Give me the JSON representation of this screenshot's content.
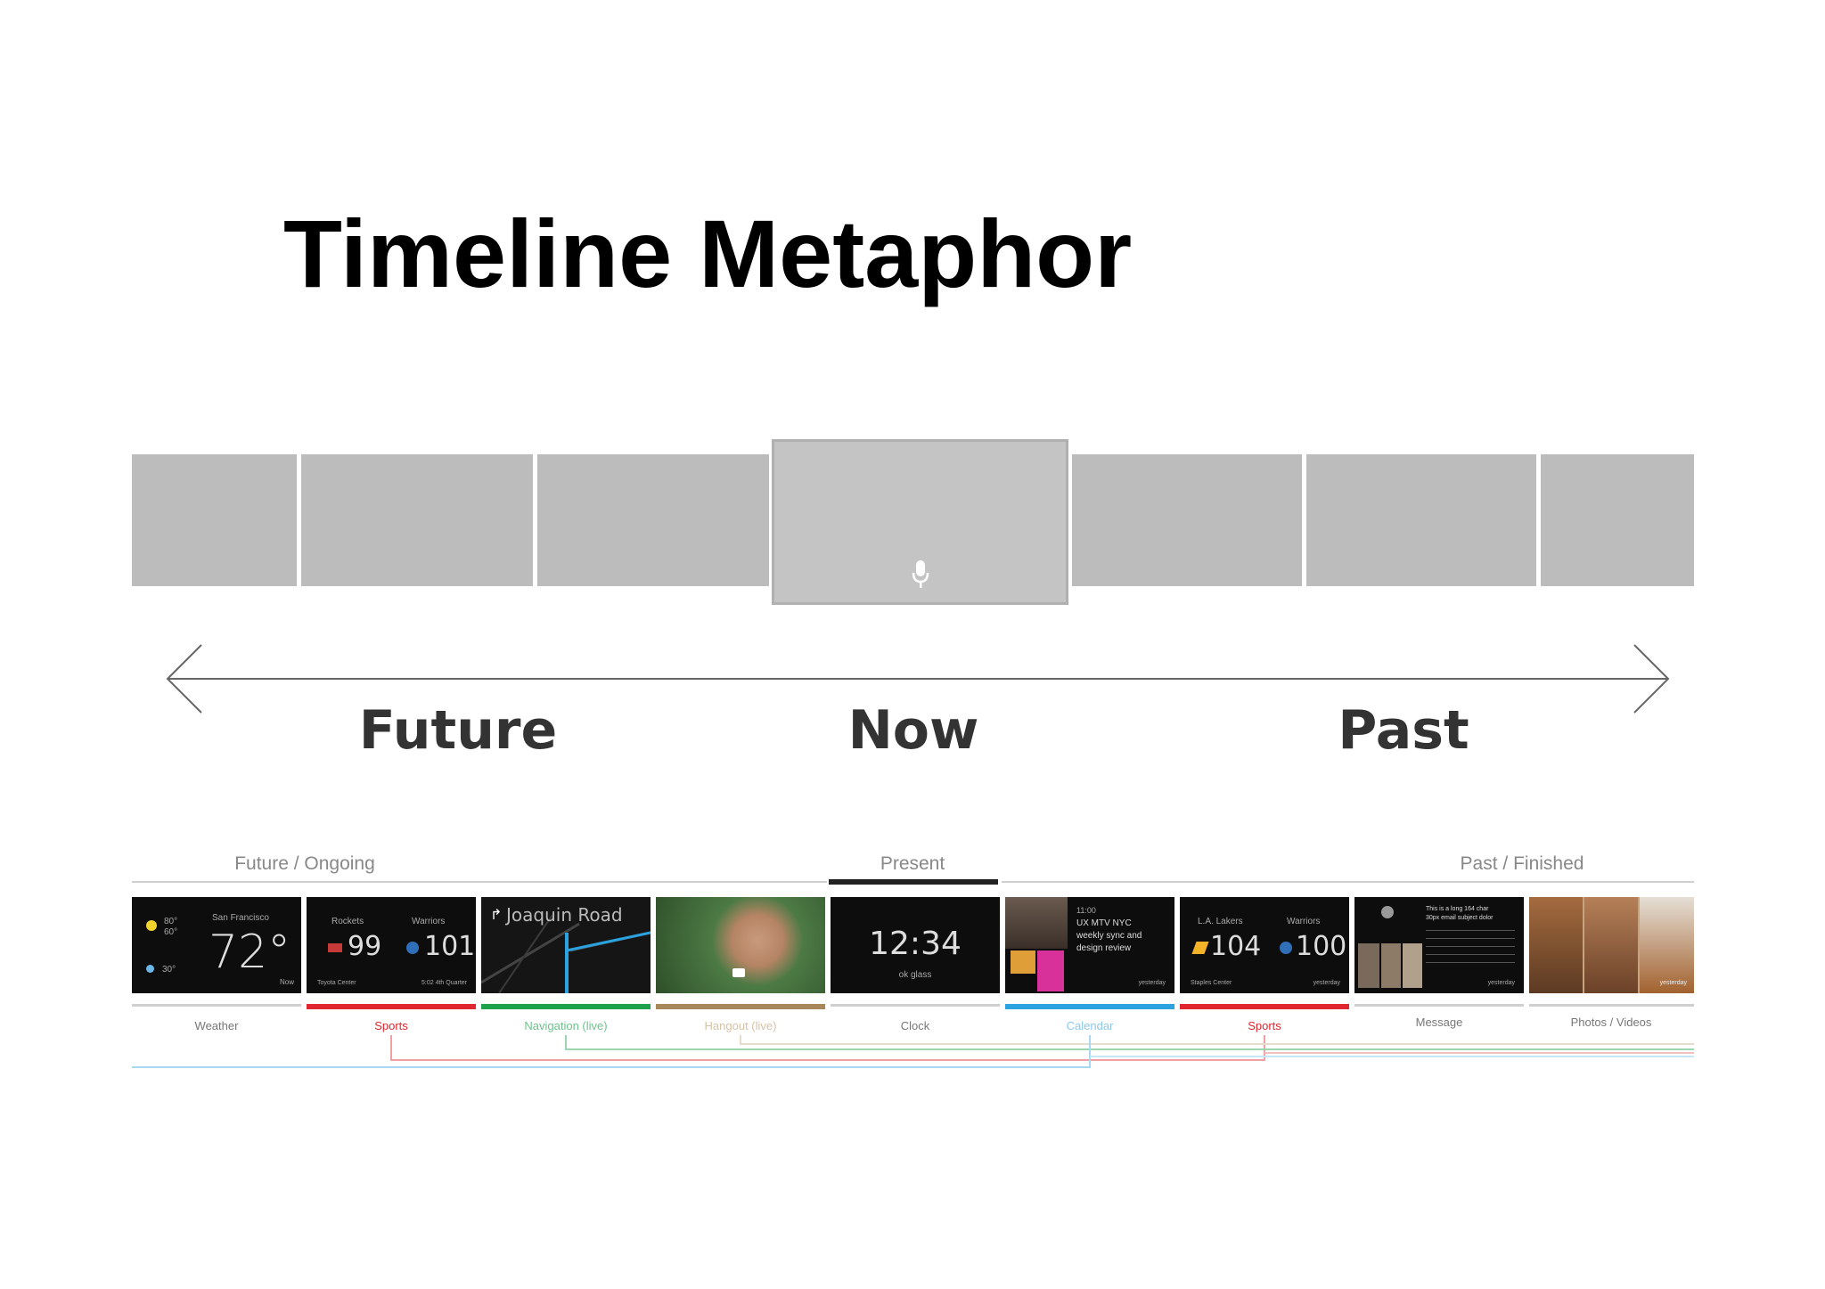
{
  "title": "Timeline Metaphor",
  "axis": {
    "future": "Future",
    "now": "Now",
    "past": "Past"
  },
  "sections": {
    "future": "Future / Ongoing",
    "present": "Present",
    "past": "Past / Finished"
  },
  "cards": {
    "weather": {
      "city": "San Francisco",
      "temp": "72°",
      "hi": "80°",
      "lo": "60°",
      "other": "30°",
      "foot": "Now",
      "caption": "Weather"
    },
    "sports1": {
      "team_a": "Rockets",
      "score_a": "99",
      "team_b": "Warriors",
      "score_b": "101",
      "venue": "Toyota Center",
      "status": "5:02 4th Quarter",
      "caption": "Sports"
    },
    "navigation": {
      "road": "Joaquin Road",
      "caption": "Navigation (live)"
    },
    "hangout": {
      "caption": "Hangout (live)"
    },
    "clock": {
      "time": "12:34",
      "sub": "ok glass",
      "caption": "Clock"
    },
    "calendar": {
      "time": "11:00",
      "line1": "UX MTV NYC",
      "line2": "weekly sync and",
      "line3": "design review",
      "foot": "yesterday",
      "caption": "Calendar"
    },
    "sports2": {
      "team_a": "L.A. Lakers",
      "score_a": "104",
      "team_b": "Warriors",
      "score_b": "100",
      "venue": "Staples Center",
      "foot": "yesterday",
      "caption": "Sports"
    },
    "message": {
      "text1": "This is a long 164 char",
      "text2": "30px email subject dolor",
      "foot": "yesterday",
      "caption": "Message"
    },
    "photos": {
      "foot": "yesterday",
      "caption": "Photos / Videos"
    }
  },
  "colors": {
    "sports": "#e0262e",
    "navigation": "#1ea14a",
    "hangout": "#a8875a",
    "calendar": "#2aa3e0",
    "neutral": "#cfcfcf",
    "present": "#222222"
  }
}
